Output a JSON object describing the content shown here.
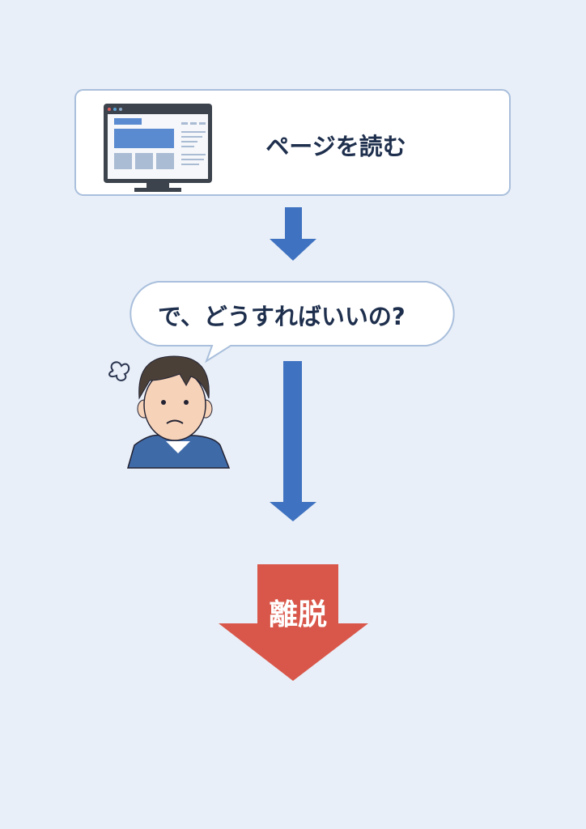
{
  "steps": {
    "read_page": "ページを読む",
    "question": "で、どうすればいいの?",
    "exit": "離脱"
  },
  "colors": {
    "background": "#e9eff8",
    "flow_arrow": "#3f72c0",
    "exit_arrow": "#d9574a",
    "text": "#1e2f4d"
  },
  "icons": [
    "monitor-icon",
    "confused-person-icon",
    "down-arrow-icon",
    "exit-arrow-icon"
  ]
}
